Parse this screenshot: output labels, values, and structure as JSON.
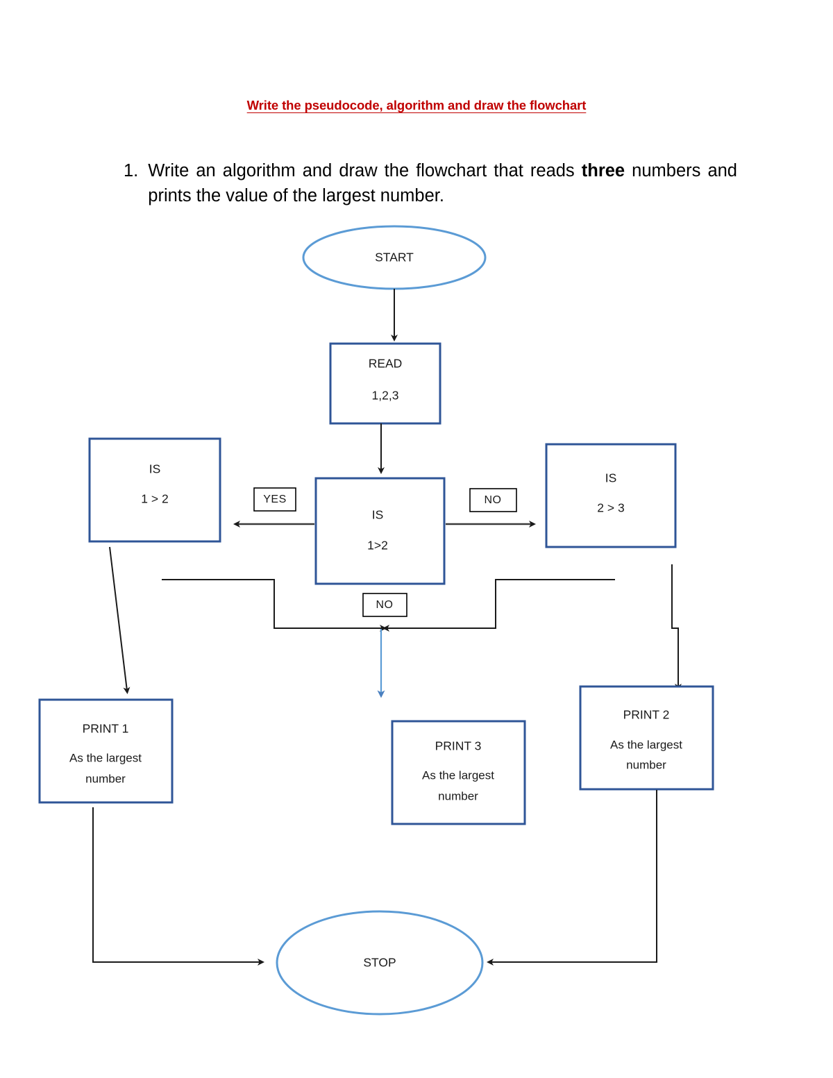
{
  "document": {
    "title": "Write the pseudocode, algorithm and draw the flowchart",
    "title_color": "#C00000",
    "question_number": "1.",
    "question_part1": "Write an algorithm and draw the flowchart that reads ",
    "question_emphasis": "three",
    "question_part2": " numbers and prints the value of the largest number."
  },
  "colors": {
    "terminator_border": "#5B9BD5",
    "process_border": "#2F5597",
    "connector": "#262626",
    "label_border": "#000000",
    "blue_connector": "#5B9BD5"
  },
  "flowchart": {
    "nodes": {
      "start": {
        "text": "START",
        "shape": "ellipse"
      },
      "read": {
        "line1": "READ",
        "line2": "1,2,3",
        "shape": "process"
      },
      "decision_center": {
        "line1": "IS",
        "line2": "1>2",
        "shape": "process"
      },
      "decision_left": {
        "line1": "IS",
        "line2": "1 > 2",
        "shape": "process"
      },
      "decision_right": {
        "line1": "IS",
        "line2": "2 > 3",
        "shape": "process"
      },
      "print1": {
        "line1": "PRINT 1",
        "line2": "As the largest",
        "line3": "number",
        "shape": "process"
      },
      "print3": {
        "line1": "PRINT 3",
        "line2": "As the largest",
        "line3": "number",
        "shape": "process"
      },
      "print2": {
        "line1": "PRINT 2",
        "line2": "As the largest",
        "line3": "number",
        "shape": "process"
      },
      "stop": {
        "text": "STOP",
        "shape": "ellipse"
      }
    },
    "edge_labels": {
      "yes_left": "YES",
      "no_right": "NO",
      "no_bottom": "NO"
    }
  }
}
